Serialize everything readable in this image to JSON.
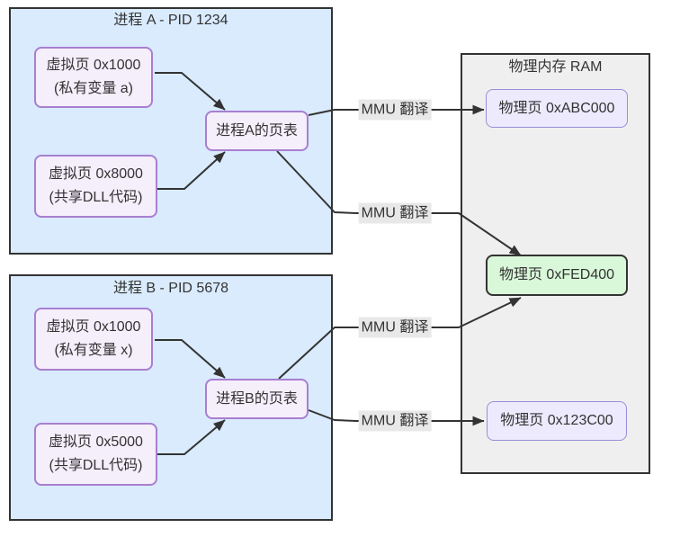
{
  "colors": {
    "text": "#333333",
    "edge": "#333333",
    "process_fill": "#d9ebfd",
    "process_border": "#333333",
    "ram_fill": "#efefef",
    "ram_border": "#333333",
    "virtual_node_fill": "#f5eefb",
    "virtual_node_border": "#a87fd0",
    "physical_node_fill": "#eceafc",
    "physical_node_border": "#9690d8",
    "shared_node_fill": "#d9f7d9",
    "shared_node_border": "#333333",
    "edge_label_bg": "#e8e8e8"
  },
  "process_a": {
    "title": "进程 A - PID 1234",
    "vpage_private": {
      "line1": "虚拟页 0x1000",
      "line2": "(私有变量 a)"
    },
    "vpage_shared": {
      "line1": "虚拟页 0x8000",
      "line2": "(共享DLL代码)"
    },
    "page_table": "进程A的页表"
  },
  "process_b": {
    "title": "进程 B - PID 5678",
    "vpage_private": {
      "line1": "虚拟页 0x1000",
      "line2": "(私有变量 x)"
    },
    "vpage_shared": {
      "line1": "虚拟页 0x5000",
      "line2": "(共享DLL代码)"
    },
    "page_table": "进程B的页表"
  },
  "ram": {
    "title": "物理内存 RAM",
    "page_private_a": "物理页 0xABC000",
    "page_shared": "物理页 0xFED400",
    "page_private_b": "物理页 0x123C00"
  },
  "edge_labels": {
    "a_private": "MMU 翻译",
    "a_shared": "MMU 翻译",
    "b_shared": "MMU 翻译",
    "b_private": "MMU 翻译"
  }
}
